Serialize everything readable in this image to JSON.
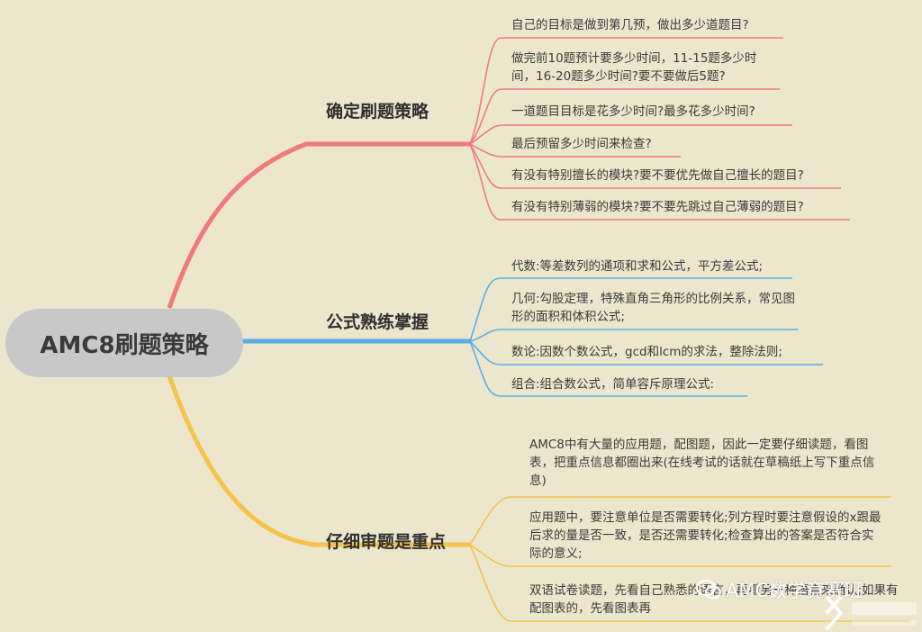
{
  "root": {
    "label": "AMC8刷题策略"
  },
  "branches": [
    {
      "label": "确定刷题策略",
      "color": "#f07a78",
      "items": [
        "自己的目标是做到第几预，做出多少道题目?",
        "做完前10题预计要多少时间，11-15题多少时间，16-20题多少时间?要不要做后5题?",
        "一道题目目标是花多少时间?最多花多少时间?",
        "最后预留多少时间来检查?",
        "有没有特别擅长的模块?要不要优先做自己擅长的题目?",
        "有没有特别薄弱的模块?要不要先跳过自己薄弱的题目?"
      ]
    },
    {
      "label": "公式熟练掌握",
      "color": "#5aaee6",
      "items": [
        "代数:等差数列的通项和求和公式，平方差公式;",
        "几何:勾股定理，特殊直角三角形的比例关系，常见图形的面积和体积公式;",
        "数论:因数个数公式，gcd和lcm的求法，整除法则;",
        "组合:组合数公式，简单容斥原理公式:"
      ]
    },
    {
      "label": "仔细审题是重点",
      "color": "#f5c24a",
      "items": [
        "AMC8中有大量的应用题，配图题，因此一定要仔细读题，看图表，把重点信息都圈出来(在线考试的话就在草稿纸上写下重点信息)",
        "应用题中，要注意单位是否需要转化;列方程时要注意假设的x跟最后求的量是否一致，是否还需要转化;检查算出的答案是否符合实际的意义;",
        "双语试卷读题，先看自己熟悉的语言，再看另一种语言来确认;如果有配图表的，先看图表再"
      ]
    }
  ],
  "watermark": {
    "text": "AMC数学竞赛班"
  }
}
